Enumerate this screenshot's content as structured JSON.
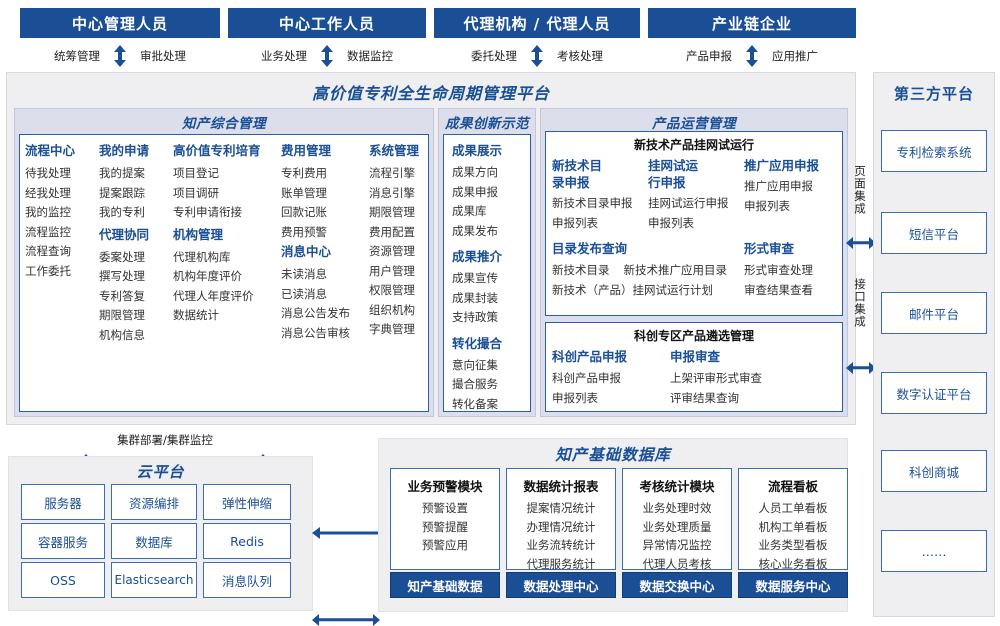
{
  "colors": {
    "brand_blue": "#1a4f96",
    "zone_band": "#dcdeeb",
    "panel_gray": "#efeff1",
    "box_border": "#3b6db5"
  },
  "roles": [
    {
      "title": "中心管理人员",
      "flows": [
        "统筹管理",
        "审批处理"
      ]
    },
    {
      "title": "中心工作人员",
      "flows": [
        "业务处理",
        "数据监控"
      ]
    },
    {
      "title": "代理机构 / 代理人员",
      "flows": [
        "委托处理",
        "考核处理"
      ]
    },
    {
      "title": "产业链企业",
      "flows": [
        "产品申报",
        "应用推广"
      ]
    }
  ],
  "platform": {
    "title": "高价值专利全生命周期管理平台",
    "zones": {
      "ip_management": {
        "title": "知产综合管理",
        "columns": [
          {
            "groups": [
              {
                "head": "流程中心",
                "items": [
                  "待我处理",
                  "经我处理",
                  "我的监控",
                  "流程监控",
                  "流程查询",
                  "工作委托"
                ]
              }
            ]
          },
          {
            "groups": [
              {
                "head": "我的申请",
                "items": [
                  "我的提案",
                  "提案跟踪",
                  "我的专利"
                ]
              },
              {
                "head": "代理协同",
                "items": [
                  "委案处理",
                  "撰写处理",
                  "专利答复",
                  "期限管理",
                  "机构信息"
                ]
              }
            ]
          },
          {
            "groups": [
              {
                "head": "高价值专利培育",
                "items": [
                  "项目登记",
                  "项目调研",
                  "专利申请衔接"
                ]
              },
              {
                "head": "机构管理",
                "items": [
                  "代理机构库",
                  "机构年度评价",
                  "代理人年度评价",
                  "数据统计"
                ]
              }
            ]
          },
          {
            "groups": [
              {
                "head": "费用管理",
                "items": [
                  "专利费用",
                  "账单管理",
                  "回款记账",
                  "费用预警"
                ]
              },
              {
                "head": "消息中心",
                "items": [
                  "未读消息",
                  "已读消息",
                  "消息公告发布",
                  "消息公告审核"
                ]
              }
            ]
          },
          {
            "groups": [
              {
                "head": "系统管理",
                "items": [
                  "流程引擎",
                  "消息引擎",
                  "期限管理",
                  "费用配置",
                  "资源管理",
                  "用户管理",
                  "权限管理",
                  "组织机构",
                  "字典管理"
                ]
              }
            ]
          }
        ]
      },
      "innovation": {
        "title": "成果创新示范",
        "groups": [
          {
            "head": "成果展示",
            "items": [
              "成果方向",
              "成果申报",
              "成果库",
              "成果发布"
            ]
          },
          {
            "head": "成果推介",
            "items": [
              "成果宣传",
              "成果封装",
              "支持政策"
            ]
          },
          {
            "head": "转化撮合",
            "items": [
              "意向征集",
              "撮合服务",
              "转化备案"
            ]
          }
        ]
      },
      "product_ops": {
        "title": "产品运营管理",
        "panels": [
          {
            "subtitle": "新技术产品挂网试运行",
            "row1": [
              {
                "head": "新技术目录申报",
                "items": [
                  "新技术目录申报",
                  "申报列表"
                ]
              },
              {
                "head": "挂网试运行申报",
                "items": [
                  "挂网试运行申报",
                  "申报列表"
                ]
              },
              {
                "head": "推广应用申报",
                "items": [
                  "推广应用申报",
                  "申报列表"
                ]
              }
            ],
            "row2": [
              {
                "head": "目录发布查询",
                "items": [
                  "新技术目录",
                  "新技术推广应用目录",
                  "新技术（产品）挂网试运行计划"
                ]
              },
              {
                "head": "形式审查",
                "items": [
                  "形式审查处理",
                  "审查结果查看"
                ]
              }
            ]
          },
          {
            "subtitle": "科创专区产品遴选管理",
            "row1": [
              {
                "head": "科创产品申报",
                "items": [
                  "科创产品申报",
                  "申报列表"
                ]
              },
              {
                "head": "申报审查",
                "items": [
                  "上架评审形式审查",
                  "评审结果查询"
                ]
              }
            ],
            "row2": []
          }
        ]
      }
    }
  },
  "integration": {
    "page_integration": "页面集成",
    "api_integration": "接口集成"
  },
  "third_party": {
    "title": "第三方平台",
    "items": [
      "专利检索系统",
      "短信平台",
      "邮件平台",
      "数字认证平台",
      "科创商城",
      "……"
    ]
  },
  "cloud": {
    "cluster_label": "集群部署/集群监控",
    "title": "云平台",
    "cells": [
      "服务器",
      "资源编排",
      "弹性伸缩",
      "容器服务",
      "数据库",
      "Redis",
      "OSS",
      "Elasticsearch",
      "消息队列"
    ]
  },
  "database": {
    "title": "知产基础数据库",
    "columns": [
      {
        "head": "业务预警模块",
        "items": [
          "预警设置",
          "预警提醒",
          "预警应用"
        ],
        "footer": "知产基础数据"
      },
      {
        "head": "数据统计报表",
        "items": [
          "提案情况统计",
          "办理情况统计",
          "业务流转统计",
          "代理服务统计"
        ],
        "footer": "数据处理中心"
      },
      {
        "head": "考核统计模块",
        "items": [
          "业务处理时效",
          "业务处理质量",
          "异常情况监控",
          "代理人员考核"
        ],
        "footer": "数据交换中心"
      },
      {
        "head": "流程看板",
        "items": [
          "人员工单看板",
          "机构工单看板",
          "业务类型看板",
          "核心业务看板"
        ],
        "footer": "数据服务中心"
      }
    ]
  }
}
